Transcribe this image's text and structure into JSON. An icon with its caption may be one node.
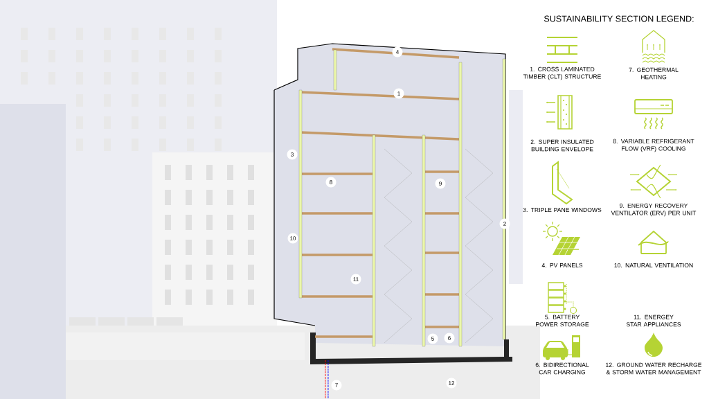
{
  "diagram": {
    "title": "SUSTAINABILITY SECTION LEGEND:",
    "labels": [
      "4",
      "1",
      "3",
      "8",
      "9",
      "2",
      "10",
      "11",
      "5",
      "6",
      "7",
      "12"
    ],
    "legend": [
      {
        "text": "1. CROSS LAMINATED TIMBER (CLT) STRUCTURE"
      },
      {
        "text": "7. GEOTHERMAL HEATING"
      },
      {
        "text": "2. SUPER INSULATED BUILDING ENVELOPE"
      },
      {
        "text": "8. VARIABLE REFRIGERANT FLOW (VRF) COOLING"
      },
      {
        "text": "3. TRIPLE PANE WINDOWS"
      },
      {
        "text": "9. ENERGY RECOVERY VENTILATOR (ERV) PER UNIT"
      },
      {
        "text": "4. PV PANELS"
      },
      {
        "text": "10. NATURAL VENTILATION"
      },
      {
        "text": "5. BATTERY POWER STORAGE"
      },
      {
        "text": "11. ENERGEY STAR APPLIANCES"
      },
      {
        "text": "6. BIDIRECTIONAL CAR CHARGING"
      },
      {
        "text": "12. GROUND WATER RECHARGE & STORM WATER MANAGEMENT"
      }
    ]
  }
}
